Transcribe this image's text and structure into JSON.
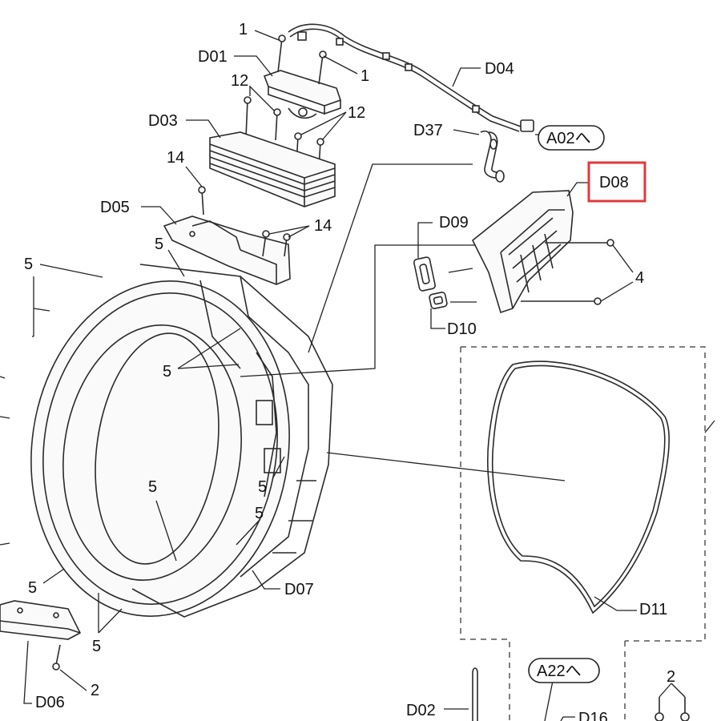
{
  "callouts": {
    "d01": "D01",
    "d02": "D02",
    "d03": "D03",
    "d04": "D04",
    "d05": "D05",
    "d06": "D06",
    "d07": "D07",
    "d08": "D08",
    "d09": "D09",
    "d10": "D10",
    "d11": "D11",
    "d16": "D16",
    "d37": "D37",
    "n1": "1",
    "n2": "2",
    "n4": "4",
    "n5": "5",
    "n12": "12",
    "n14": "14"
  },
  "refs": {
    "a02": "A02へ",
    "a22": "A22へ"
  },
  "highlight": {
    "target": "D08",
    "color": "#e0393e"
  }
}
